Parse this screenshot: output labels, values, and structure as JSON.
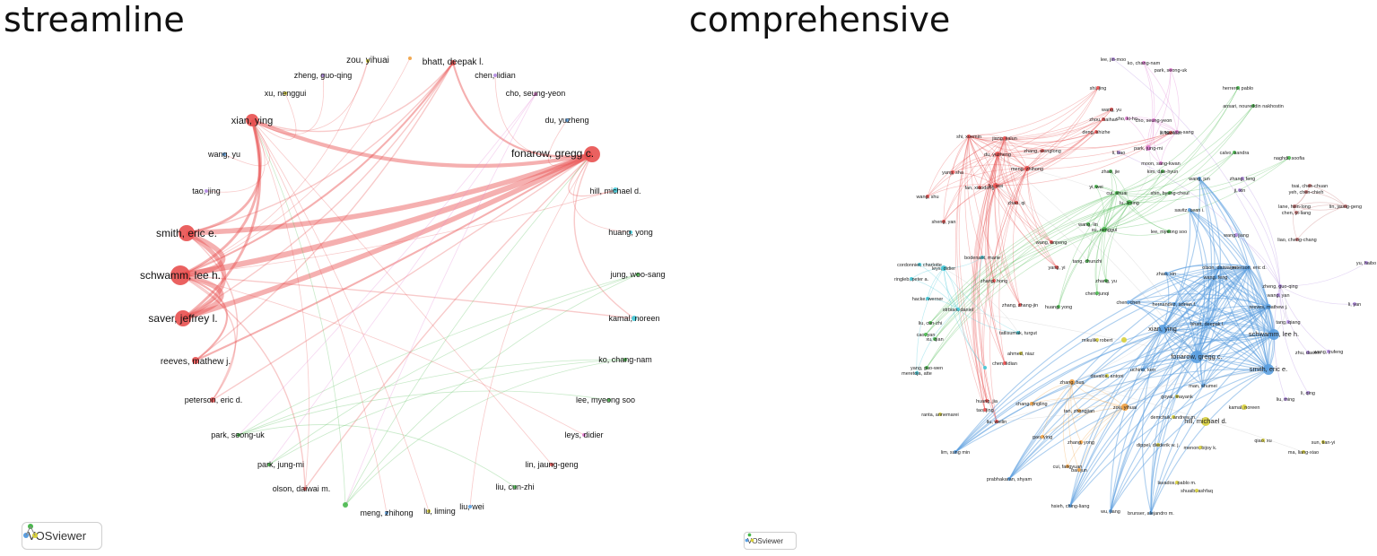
{
  "panels": {
    "left_title": "streamline",
    "right_title": "comprehensive",
    "watermark": "VOSviewer"
  },
  "colors": {
    "red": "#e8504f",
    "orange": "#f0a040",
    "yellow": "#d8cf3a",
    "green": "#48b84c",
    "teal": "#3ec7d6",
    "blue": "#5a9ee0",
    "purple": "#b088e0",
    "pink": "#e07ad0",
    "grayred": "#c27070"
  },
  "streamline": {
    "nodes": [
      {
        "label": "zou, yihuai",
        "c": "yellow",
        "w": 2
      },
      {
        "label": "",
        "c": "orange",
        "w": 2
      },
      {
        "label": "bhatt, deepak l.",
        "c": "red",
        "w": 3
      },
      {
        "label": "chen, lidian",
        "c": "purple",
        "w": 2
      },
      {
        "label": "cho, seung-yeon",
        "c": "pink",
        "w": 2
      },
      {
        "label": "du, yuzheng",
        "c": "blue",
        "w": 2
      },
      {
        "label": "fonarow, gregg c.",
        "c": "red",
        "w": 9
      },
      {
        "label": "hill, michael d.",
        "c": "teal",
        "w": 3
      },
      {
        "label": "huang, yong",
        "c": "teal",
        "w": 2
      },
      {
        "label": "jung, woo-sang",
        "c": "green",
        "w": 2
      },
      {
        "label": "kamal, noreen",
        "c": "teal",
        "w": 3
      },
      {
        "label": "ko, chang-nam",
        "c": "green",
        "w": 2
      },
      {
        "label": "lee, myeong soo",
        "c": "green",
        "w": 2
      },
      {
        "label": "leys, didier",
        "c": "pink",
        "w": 2
      },
      {
        "label": "lin, jaung-geng",
        "c": "red",
        "w": 2
      },
      {
        "label": "liu, cun-zhi",
        "c": "green",
        "w": 2
      },
      {
        "label": "liu, wei",
        "c": "blue",
        "w": 2
      },
      {
        "label": "lu, liming",
        "c": "yellow",
        "w": 2
      },
      {
        "label": "meng, zhihong",
        "c": "blue",
        "w": 2
      },
      {
        "label": "",
        "c": "green",
        "w": 3
      },
      {
        "label": "olson, daiwai m.",
        "c": "red",
        "w": 2
      },
      {
        "label": "park, jung-mi",
        "c": "green",
        "w": 2
      },
      {
        "label": "park, seong-uk",
        "c": "green",
        "w": 2
      },
      {
        "label": "peterson, eric d.",
        "c": "red",
        "w": 3
      },
      {
        "label": "reeves, mathew j.",
        "c": "red",
        "w": 4
      },
      {
        "label": "saver, jeffrey l.",
        "c": "red",
        "w": 9
      },
      {
        "label": "schwamm, lee h.",
        "c": "red",
        "w": 11
      },
      {
        "label": "smith, eric e.",
        "c": "red",
        "w": 9
      },
      {
        "label": "tao, jing",
        "c": "purple",
        "w": 2
      },
      {
        "label": "wang, yu",
        "c": "blue",
        "w": 2
      },
      {
        "label": "xian, ying",
        "c": "red",
        "w": 7
      },
      {
        "label": "xu, nenggui",
        "c": "yellow",
        "w": 2
      },
      {
        "label": "zheng, guo-qing",
        "c": "purple",
        "w": 2
      }
    ],
    "links": [
      [
        6,
        26,
        9
      ],
      [
        6,
        27,
        8
      ],
      [
        6,
        25,
        8
      ],
      [
        6,
        30,
        6
      ],
      [
        26,
        27,
        8
      ],
      [
        26,
        25,
        8
      ],
      [
        27,
        25,
        7
      ],
      [
        30,
        26,
        4
      ],
      [
        30,
        27,
        4
      ],
      [
        30,
        25,
        4
      ],
      [
        24,
        26,
        3
      ],
      [
        24,
        6,
        3
      ],
      [
        23,
        26,
        2
      ],
      [
        23,
        6,
        2
      ],
      [
        2,
        6,
        3
      ],
      [
        2,
        26,
        3
      ],
      [
        2,
        25,
        2
      ],
      [
        2,
        27,
        2
      ],
      [
        20,
        26,
        2
      ],
      [
        20,
        6,
        2
      ],
      [
        7,
        6,
        2
      ],
      [
        10,
        6,
        2
      ],
      [
        10,
        26,
        2
      ],
      [
        7,
        26,
        1
      ],
      [
        9,
        22,
        1
      ],
      [
        9,
        21,
        1
      ],
      [
        11,
        22,
        1
      ],
      [
        11,
        21,
        1
      ],
      [
        12,
        22,
        1
      ],
      [
        4,
        22,
        1
      ],
      [
        4,
        21,
        1
      ],
      [
        4,
        19,
        1
      ],
      [
        19,
        9,
        1
      ],
      [
        19,
        11,
        1
      ],
      [
        19,
        30,
        1
      ],
      [
        19,
        6,
        1
      ],
      [
        15,
        22,
        1
      ],
      [
        0,
        30,
        1
      ],
      [
        0,
        26,
        1
      ],
      [
        31,
        30,
        1
      ],
      [
        32,
        30,
        1
      ],
      [
        29,
        30,
        1
      ],
      [
        28,
        30,
        1
      ],
      [
        14,
        30,
        1
      ],
      [
        5,
        6,
        1
      ],
      [
        3,
        6,
        1
      ],
      [
        16,
        6,
        1
      ],
      [
        18,
        30,
        1
      ],
      [
        17,
        30,
        1
      ],
      [
        8,
        6,
        1
      ],
      [
        13,
        26,
        1
      ],
      [
        2,
        24,
        2
      ],
      [
        23,
        27,
        2
      ],
      [
        20,
        30,
        1
      ],
      [
        1,
        26,
        1
      ],
      [
        2,
        30,
        2
      ]
    ]
  },
  "comprehensive": {
    "nodes": [
      {
        "label": "lee, jin-moo",
        "c": "purple",
        "w": 2
      },
      {
        "label": "ko, chang-nam",
        "c": "pink",
        "w": 2
      },
      {
        "label": "park, seong-uk",
        "c": "pink",
        "w": 2
      },
      {
        "label": "shi, jing",
        "c": "red",
        "w": 2
      },
      {
        "label": "herrero, pablo",
        "c": "green",
        "w": 2
      },
      {
        "label": "wang, yu",
        "c": "red",
        "w": 2
      },
      {
        "label": "zhou, haihao",
        "c": "red",
        "w": 2
      },
      {
        "label": "cho, ki-ho",
        "c": "pink",
        "w": 2
      },
      {
        "label": "cho, seung-yeon",
        "c": "pink",
        "w": 2
      },
      {
        "label": "ansari, noureddin nakhostin",
        "c": "green",
        "w": 2
      },
      {
        "label": "deng, shizhe",
        "c": "red",
        "w": 2
      },
      {
        "label": "li, bohuan",
        "c": "red",
        "w": 2
      },
      {
        "label": "jung, woo-sang",
        "c": "pink",
        "w": 2
      },
      {
        "label": "shi, xuemin",
        "c": "red",
        "w": 2
      },
      {
        "label": "jiang, jialun",
        "c": "red",
        "w": 2
      },
      {
        "label": "li, bao",
        "c": "purple",
        "w": 2
      },
      {
        "label": "park, jung-mi",
        "c": "pink",
        "w": 3
      },
      {
        "label": "calvo, sandra",
        "c": "green",
        "w": 2
      },
      {
        "label": "naghdi, soofia",
        "c": "green",
        "w": 2
      },
      {
        "label": "zhang, wenglong",
        "c": "red",
        "w": 2
      },
      {
        "label": "moon, sang-kwan",
        "c": "pink",
        "w": 2
      },
      {
        "label": "du, yuzheng",
        "c": "red",
        "w": 3
      },
      {
        "label": "meng, zhihong",
        "c": "red",
        "w": 3
      },
      {
        "label": "zhao, jie",
        "c": "green",
        "w": 2
      },
      {
        "label": "kim, dae-hyun",
        "c": "green",
        "w": 2
      },
      {
        "label": "wang, jun",
        "c": "blue",
        "w": 2
      },
      {
        "label": "zhang, feng",
        "c": "purple",
        "w": 2
      },
      {
        "label": "yang, sha",
        "c": "red",
        "w": 2
      },
      {
        "label": "fan, xiaodong",
        "c": "red",
        "w": 2
      },
      {
        "label": "tsai, chen-chuan",
        "c": "grayred",
        "w": 2
      },
      {
        "label": "yeh, chen-chieh",
        "c": "grayred",
        "w": 2
      },
      {
        "label": "liu, wei",
        "c": "red",
        "w": 3
      },
      {
        "label": "yi, wei",
        "c": "green",
        "w": 2
      },
      {
        "label": "cui, shuai",
        "c": "green",
        "w": 2
      },
      {
        "label": "shin, byung-cheul",
        "c": "green",
        "w": 2
      },
      {
        "label": "wang, shu",
        "c": "red",
        "w": 2
      },
      {
        "label": "zhao, qi",
        "c": "red",
        "w": 2
      },
      {
        "label": "lu, liming",
        "c": "green",
        "w": 3
      },
      {
        "label": "savitz, sean i.",
        "c": "blue",
        "w": 2
      },
      {
        "label": "ji, xin",
        "c": "purple",
        "w": 2
      },
      {
        "label": "lane, hsin-long",
        "c": "grayred",
        "w": 2
      },
      {
        "label": "lin, jaung-geng",
        "c": "grayred",
        "w": 2
      },
      {
        "label": "chen, yi-liang",
        "c": "grayred",
        "w": 2
      },
      {
        "label": "wang, lin",
        "c": "green",
        "w": 2
      },
      {
        "label": "xu, nenggui",
        "c": "green",
        "w": 3
      },
      {
        "label": "lee, myeong soo",
        "c": "green",
        "w": 2
      },
      {
        "label": "sheng, yan",
        "c": "red",
        "w": 2
      },
      {
        "label": "wang, jiang",
        "c": "purple",
        "w": 2
      },
      {
        "label": "liao, cheng-chang",
        "c": "grayred",
        "w": 2
      },
      {
        "label": "wang, anpeng",
        "c": "red",
        "w": 2
      },
      {
        "label": "cordonnier, charlotte",
        "c": "teal",
        "w": 2
      },
      {
        "label": "tang, chunzhi",
        "c": "green",
        "w": 2
      },
      {
        "label": "olson, daiwai m.",
        "c": "blue",
        "w": 2
      },
      {
        "label": "bodenant, marie",
        "c": "teal",
        "w": 2
      },
      {
        "label": "leys, didier",
        "c": "teal",
        "w": 3
      },
      {
        "label": "zhang, yu",
        "c": "green",
        "w": 2
      },
      {
        "label": "peterson, eric d.",
        "c": "blue",
        "w": 2
      },
      {
        "label": "yu, haibo",
        "c": "purple",
        "w": 2
      },
      {
        "label": "yang, yi",
        "c": "red",
        "w": 2
      },
      {
        "label": "zhao, xin",
        "c": "blue",
        "w": 2
      },
      {
        "label": "ringleb, peter a.",
        "c": "teal",
        "w": 2
      },
      {
        "label": "wang, feng",
        "c": "blue",
        "w": 2
      },
      {
        "label": "zheng, guo-qing",
        "c": "purple",
        "w": 2
      },
      {
        "label": "zhang, hong",
        "c": "red",
        "w": 2
      },
      {
        "label": "chen, junqi",
        "c": "green",
        "w": 2
      },
      {
        "label": "wang, yan",
        "c": "purple",
        "w": 2
      },
      {
        "label": "li, yan",
        "c": "purple",
        "w": 2
      },
      {
        "label": "hacke, werner",
        "c": "teal",
        "w": 2
      },
      {
        "label": "hernandez, adrian f.",
        "c": "blue",
        "w": 2
      },
      {
        "label": "reeves, mathew j.",
        "c": "blue",
        "w": 3
      },
      {
        "label": "zhang, zhang-jin",
        "c": "red",
        "w": 2
      },
      {
        "label": "chen, chen",
        "c": "blue",
        "w": 2
      },
      {
        "label": "strbian, daniel",
        "c": "teal",
        "w": 2
      },
      {
        "label": "huang, yong",
        "c": "green",
        "w": 2
      },
      {
        "label": "bhatt, deepak l.",
        "c": "blue",
        "w": 3
      },
      {
        "label": "tang, qiang",
        "c": "purple",
        "w": 2
      },
      {
        "label": "liu, cun-zhi",
        "c": "green",
        "w": 2
      },
      {
        "label": "xian, ying",
        "c": "blue",
        "w": 5
      },
      {
        "label": "schwamm, lee h.",
        "c": "blue",
        "w": 6
      },
      {
        "label": "tatlisumak, turgut",
        "c": "teal",
        "w": 2
      },
      {
        "label": "cao, yan",
        "c": "green",
        "w": 2
      },
      {
        "label": "mikulik, robert",
        "c": "yellow",
        "w": 2
      },
      {
        "label": "",
        "c": "yellow",
        "w": 3
      },
      {
        "label": "xu, qian",
        "c": "green",
        "w": 2
      },
      {
        "label": "fonarow, gregg c.",
        "c": "blue",
        "w": 7
      },
      {
        "label": "zhu, dawen",
        "c": "purple",
        "w": 2
      },
      {
        "label": "wang, yufeng",
        "c": "purple",
        "w": 2
      },
      {
        "label": "ahmed, niaz",
        "c": "yellow",
        "w": 2
      },
      {
        "label": "smith, eric e.",
        "c": "blue",
        "w": 6
      },
      {
        "label": "yang, guo-wen",
        "c": "green",
        "w": 2
      },
      {
        "label": "uchino, ken",
        "c": "blue",
        "w": 2
      },
      {
        "label": "",
        "c": "teal",
        "w": 2
      },
      {
        "label": "meretoja, atte",
        "c": "teal",
        "w": 2
      },
      {
        "label": "chen, lidian",
        "c": "red",
        "w": 2
      },
      {
        "label": "man, shumei",
        "c": "blue",
        "w": 2
      },
      {
        "label": "davalos, antoni",
        "c": "yellow",
        "w": 2
      },
      {
        "label": "li, qing",
        "c": "purple",
        "w": 2
      },
      {
        "label": "goyal, mayank",
        "c": "yellow",
        "w": 2
      },
      {
        "label": "zhang, hua",
        "c": "orange",
        "w": 3
      },
      {
        "label": "huang, jia",
        "c": "red",
        "w": 2
      },
      {
        "label": "liu, ming",
        "c": "purple",
        "w": 2
      },
      {
        "label": "kamal, noreen",
        "c": "yellow",
        "w": 3
      },
      {
        "label": "chang, jingling",
        "c": "orange",
        "w": 2
      },
      {
        "label": "ranta, annemarei",
        "c": "yellow",
        "w": 2
      },
      {
        "label": "tao, jing",
        "c": "red",
        "w": 2
      },
      {
        "label": "zou, yihuai",
        "c": "orange",
        "w": 4
      },
      {
        "label": "tan, zhongjian",
        "c": "orange",
        "w": 2
      },
      {
        "label": "demchuk, andrew m.",
        "c": "yellow",
        "w": 2
      },
      {
        "label": "hill, michael d.",
        "c": "yellow",
        "w": 5
      },
      {
        "label": "liu, weilin",
        "c": "red",
        "w": 2
      },
      {
        "label": "gao, ying",
        "c": "orange",
        "w": 2
      },
      {
        "label": "zhang, yong",
        "c": "orange",
        "w": 2
      },
      {
        "label": "dippel, diederik w. j.",
        "c": "yellow",
        "w": 2
      },
      {
        "label": "qiao, xu",
        "c": "yellow",
        "w": 2
      },
      {
        "label": "sun, tian-yi",
        "c": "yellow",
        "w": 2
      },
      {
        "label": "menon, bijoy k.",
        "c": "yellow",
        "w": 2
      },
      {
        "label": "lim, sung min",
        "c": "blue",
        "w": 2
      },
      {
        "label": "cui, fangyuan",
        "c": "orange",
        "w": 2
      },
      {
        "label": "ma, liang-xiao",
        "c": "yellow",
        "w": 2
      },
      {
        "label": "bai, jun",
        "c": "orange",
        "w": 2
      },
      {
        "label": "prabhakaran, shyam",
        "c": "blue",
        "w": 2
      },
      {
        "label": "lavados, pablo m.",
        "c": "yellow",
        "w": 2
      },
      {
        "label": "shuaib, ashfaq",
        "c": "yellow",
        "w": 2
      },
      {
        "label": "hsieh, ching-liang",
        "c": "blue",
        "w": 2
      },
      {
        "label": "wu, jiang",
        "c": "blue",
        "w": 2
      },
      {
        "label": "brunser, alejandro m.",
        "c": "blue",
        "w": 2
      }
    ]
  }
}
